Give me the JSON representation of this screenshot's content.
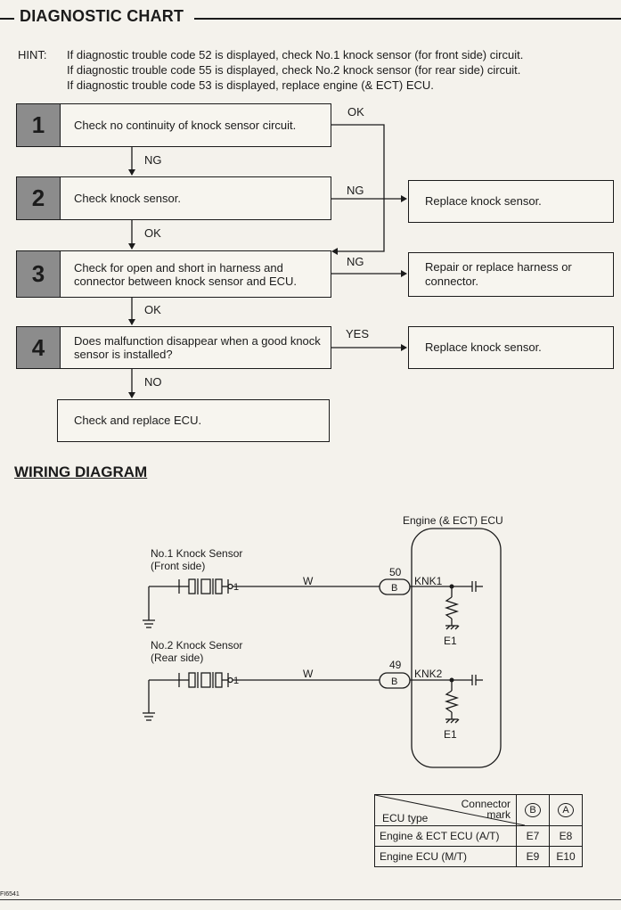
{
  "title": "DIAGNOSTIC CHART",
  "hint": {
    "label": "HINT:",
    "lines": [
      "If diagnostic trouble code 52 is displayed, check No.1 knock sensor (for front side) circuit.",
      "If diagnostic trouble code 55 is displayed, check No.2 knock sensor (for rear side) circuit.",
      "If diagnostic trouble code 53 is displayed, replace engine (& ECT) ECU."
    ]
  },
  "steps": [
    {
      "num": "1",
      "text": "Check no continuity of knock sensor circuit."
    },
    {
      "num": "2",
      "text": "Check knock sensor."
    },
    {
      "num": "3",
      "text": "Check for open and short in harness and connector between knock sensor and ECU."
    },
    {
      "num": "4",
      "text": "Does malfunction disappear when a good knock sensor is installed?"
    }
  ],
  "actions": {
    "step2_ng": "Replace knock sensor.",
    "step3_ng": "Repair or replace harness or connector.",
    "step4_yes": "Replace knock sensor.",
    "final": "Check and replace ECU."
  },
  "flow_labels": {
    "s1_ok": "OK",
    "s1_ng": "NG",
    "s2_ng": "NG",
    "s2_ok": "OK",
    "s3_ng": "NG",
    "s3_ok": "OK",
    "s4_yes": "YES",
    "s4_no": "NO"
  },
  "wiring": {
    "title": "WIRING DIAGRAM",
    "ecu_label": "Engine (& ECT) ECU",
    "sensor1": {
      "name": "No.1 Knock Sensor",
      "side": "(Front side)",
      "pin": "1",
      "wire": "W",
      "ecu_pin": "50",
      "connector": "B",
      "signal": "KNK1",
      "ground": "E1"
    },
    "sensor2": {
      "name": "No.2 Knock Sensor",
      "side": "(Rear side)",
      "pin": "1",
      "wire": "W",
      "ecu_pin": "49",
      "connector": "B",
      "signal": "KNK2",
      "ground": "E1"
    }
  },
  "connector_table": {
    "header_top": "Connector",
    "header_mark": "mark",
    "header_row": "ECU type",
    "mark_b": "B",
    "mark_a": "A",
    "rows": [
      {
        "type": "Engine & ECT ECU (A/T)",
        "b": "E7",
        "a": "E8"
      },
      {
        "type": "Engine ECU (M/T)",
        "b": "E9",
        "a": "E10"
      }
    ]
  },
  "footer_code": "FI6541"
}
